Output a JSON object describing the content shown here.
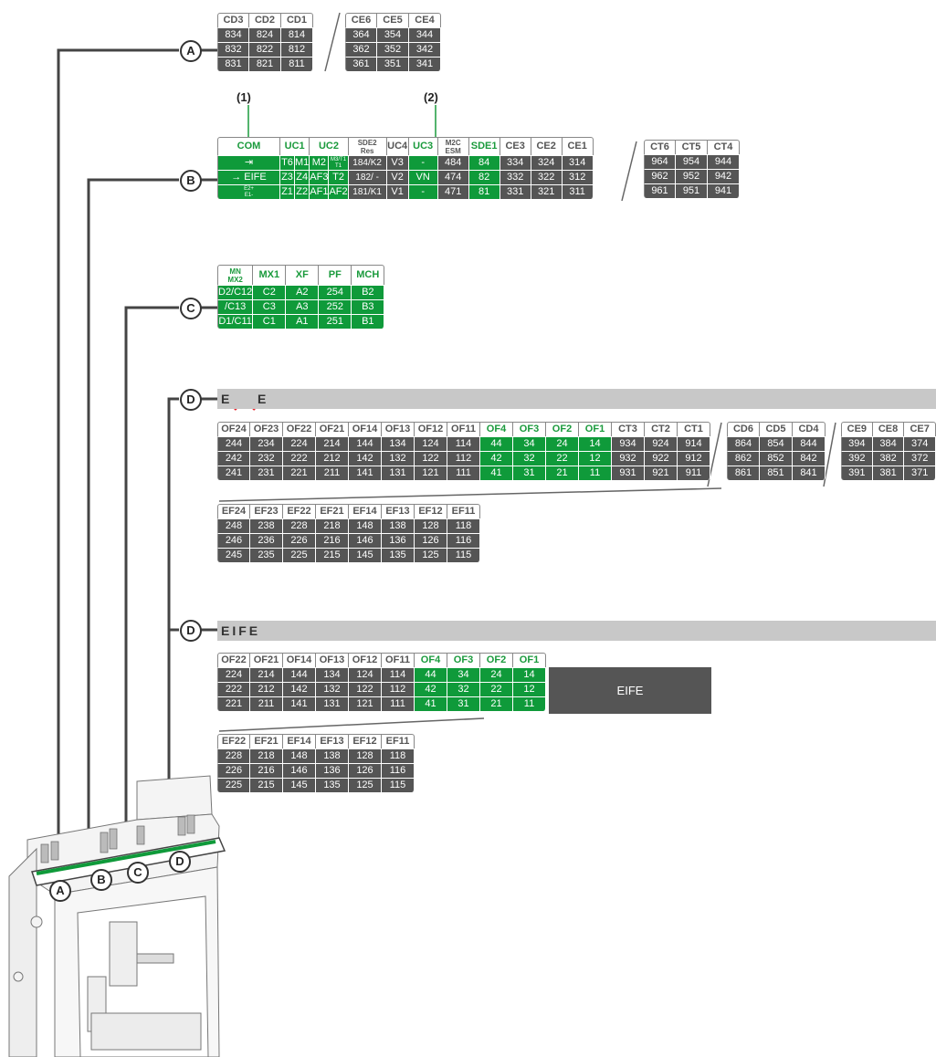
{
  "callouts": [
    "A",
    "B",
    "C",
    "D",
    "D"
  ],
  "bottom_callouts": [
    "A",
    "B",
    "C",
    "D"
  ],
  "footnote_labels": [
    "(1)",
    "(2)"
  ],
  "band_d1": "E",
  "band_d1_tail": "E",
  "band_d2": "EIFE",
  "eife_box": "EIFE",
  "colors": {
    "green": "#0f9a3a",
    "dark": "#555555",
    "band": "#c8c8c8"
  },
  "tables": {
    "a1": {
      "cols": [
        24,
        24,
        24
      ],
      "header": [
        "CD3",
        "CD2",
        "CD1"
      ],
      "rows": [
        [
          "834",
          "824",
          "814"
        ],
        [
          "832",
          "822",
          "812"
        ],
        [
          "831",
          "821",
          "811"
        ]
      ]
    },
    "a2": {
      "cols": [
        24,
        24,
        24
      ],
      "header": [
        "CE6",
        "CE5",
        "CE4"
      ],
      "rows": [
        [
          "364",
          "354",
          "344"
        ],
        [
          "362",
          "352",
          "342"
        ],
        [
          "361",
          "351",
          "341"
        ]
      ]
    },
    "b1": {
      "cols": [
        70,
        28,
        22,
        34,
        32,
        32,
        32,
        32,
        32
      ],
      "header": [
        "COM",
        "UC1",
        "",
        "UC2",
        "SDE2\nRes",
        "UC4",
        "UC3",
        "M2C\nESM",
        "SDE1",
        "CE3",
        "CE2",
        "CE1"
      ],
      "rows": [
        [
          "⇥",
          "T6",
          "M1",
          "M2",
          "M3/T1\nT1",
          "184/K2",
          "V3",
          "-",
          "484",
          "84",
          "334",
          "324",
          "314"
        ],
        [
          "→ EIFE",
          "Z3",
          "Z4",
          "AF3",
          "T2",
          "182/ -",
          "V2",
          "VN",
          "474",
          "82",
          "332",
          "322",
          "312"
        ],
        [
          "E2+\nE1-",
          "Z1",
          "Z2",
          "AF1",
          "AF2",
          "181/K1",
          "V1",
          "-",
          "471",
          "81",
          "331",
          "321",
          "311"
        ]
      ]
    },
    "b2": {
      "header": [
        "CT6",
        "CT5",
        "CT4"
      ],
      "rows": [
        [
          "964",
          "954",
          "944"
        ],
        [
          "962",
          "952",
          "942"
        ],
        [
          "961",
          "951",
          "941"
        ]
      ]
    },
    "c": {
      "header": [
        "MN\nMX2",
        "MX1",
        "XF",
        "PF",
        "MCH"
      ],
      "rows": [
        [
          "D2/C12",
          "C2",
          "A2",
          "254",
          "B2"
        ],
        [
          "/C13",
          "C3",
          "A3",
          "252",
          "B3"
        ],
        [
          "D1/C11",
          "C1",
          "A1",
          "251",
          "B1"
        ]
      ]
    },
    "d1": {
      "header": [
        "OF24",
        "OF23",
        "OF22",
        "OF21",
        "OF14",
        "OF13",
        "OF12",
        "OF11",
        "OF4",
        "OF3",
        "OF2",
        "OF1",
        "CT3",
        "CT2",
        "CT1"
      ],
      "rows": [
        [
          "244",
          "234",
          "224",
          "214",
          "144",
          "134",
          "124",
          "114",
          "44",
          "34",
          "24",
          "14",
          "934",
          "924",
          "914"
        ],
        [
          "242",
          "232",
          "222",
          "212",
          "142",
          "132",
          "122",
          "112",
          "42",
          "32",
          "22",
          "12",
          "932",
          "922",
          "912"
        ],
        [
          "241",
          "231",
          "221",
          "211",
          "141",
          "131",
          "121",
          "111",
          "41",
          "31",
          "21",
          "11",
          "931",
          "921",
          "911"
        ]
      ]
    },
    "d1b": {
      "header": [
        "CD6",
        "CD5",
        "CD4"
      ],
      "rows": [
        [
          "864",
          "854",
          "844"
        ],
        [
          "862",
          "852",
          "842"
        ],
        [
          "861",
          "851",
          "841"
        ]
      ]
    },
    "d1c": {
      "header": [
        "CE9",
        "CE8",
        "CE7"
      ],
      "rows": [
        [
          "394",
          "384",
          "374"
        ],
        [
          "392",
          "382",
          "372"
        ],
        [
          "391",
          "381",
          "371"
        ]
      ]
    },
    "d1e": {
      "header": [
        "EF24",
        "EF23",
        "EF22",
        "EF21",
        "EF14",
        "EF13",
        "EF12",
        "EF11"
      ],
      "rows": [
        [
          "248",
          "238",
          "228",
          "218",
          "148",
          "138",
          "128",
          "118"
        ],
        [
          "246",
          "236",
          "226",
          "216",
          "146",
          "136",
          "126",
          "116"
        ],
        [
          "245",
          "235",
          "225",
          "215",
          "145",
          "135",
          "125",
          "115"
        ]
      ]
    },
    "d2": {
      "header": [
        "OF22",
        "OF21",
        "OF14",
        "OF13",
        "OF12",
        "OF11",
        "OF4",
        "OF3",
        "OF2",
        "OF1"
      ],
      "rows": [
        [
          "224",
          "214",
          "144",
          "134",
          "124",
          "114",
          "44",
          "34",
          "24",
          "14"
        ],
        [
          "222",
          "212",
          "142",
          "132",
          "122",
          "112",
          "42",
          "32",
          "22",
          "12"
        ],
        [
          "221",
          "211",
          "141",
          "131",
          "121",
          "111",
          "41",
          "31",
          "21",
          "11"
        ]
      ]
    },
    "d2e": {
      "header": [
        "EF22",
        "EF21",
        "EF14",
        "EF13",
        "EF12",
        "EF11"
      ],
      "rows": [
        [
          "228",
          "218",
          "148",
          "138",
          "128",
          "118"
        ],
        [
          "226",
          "216",
          "146",
          "136",
          "126",
          "116"
        ],
        [
          "225",
          "215",
          "145",
          "135",
          "125",
          "115"
        ]
      ]
    }
  }
}
